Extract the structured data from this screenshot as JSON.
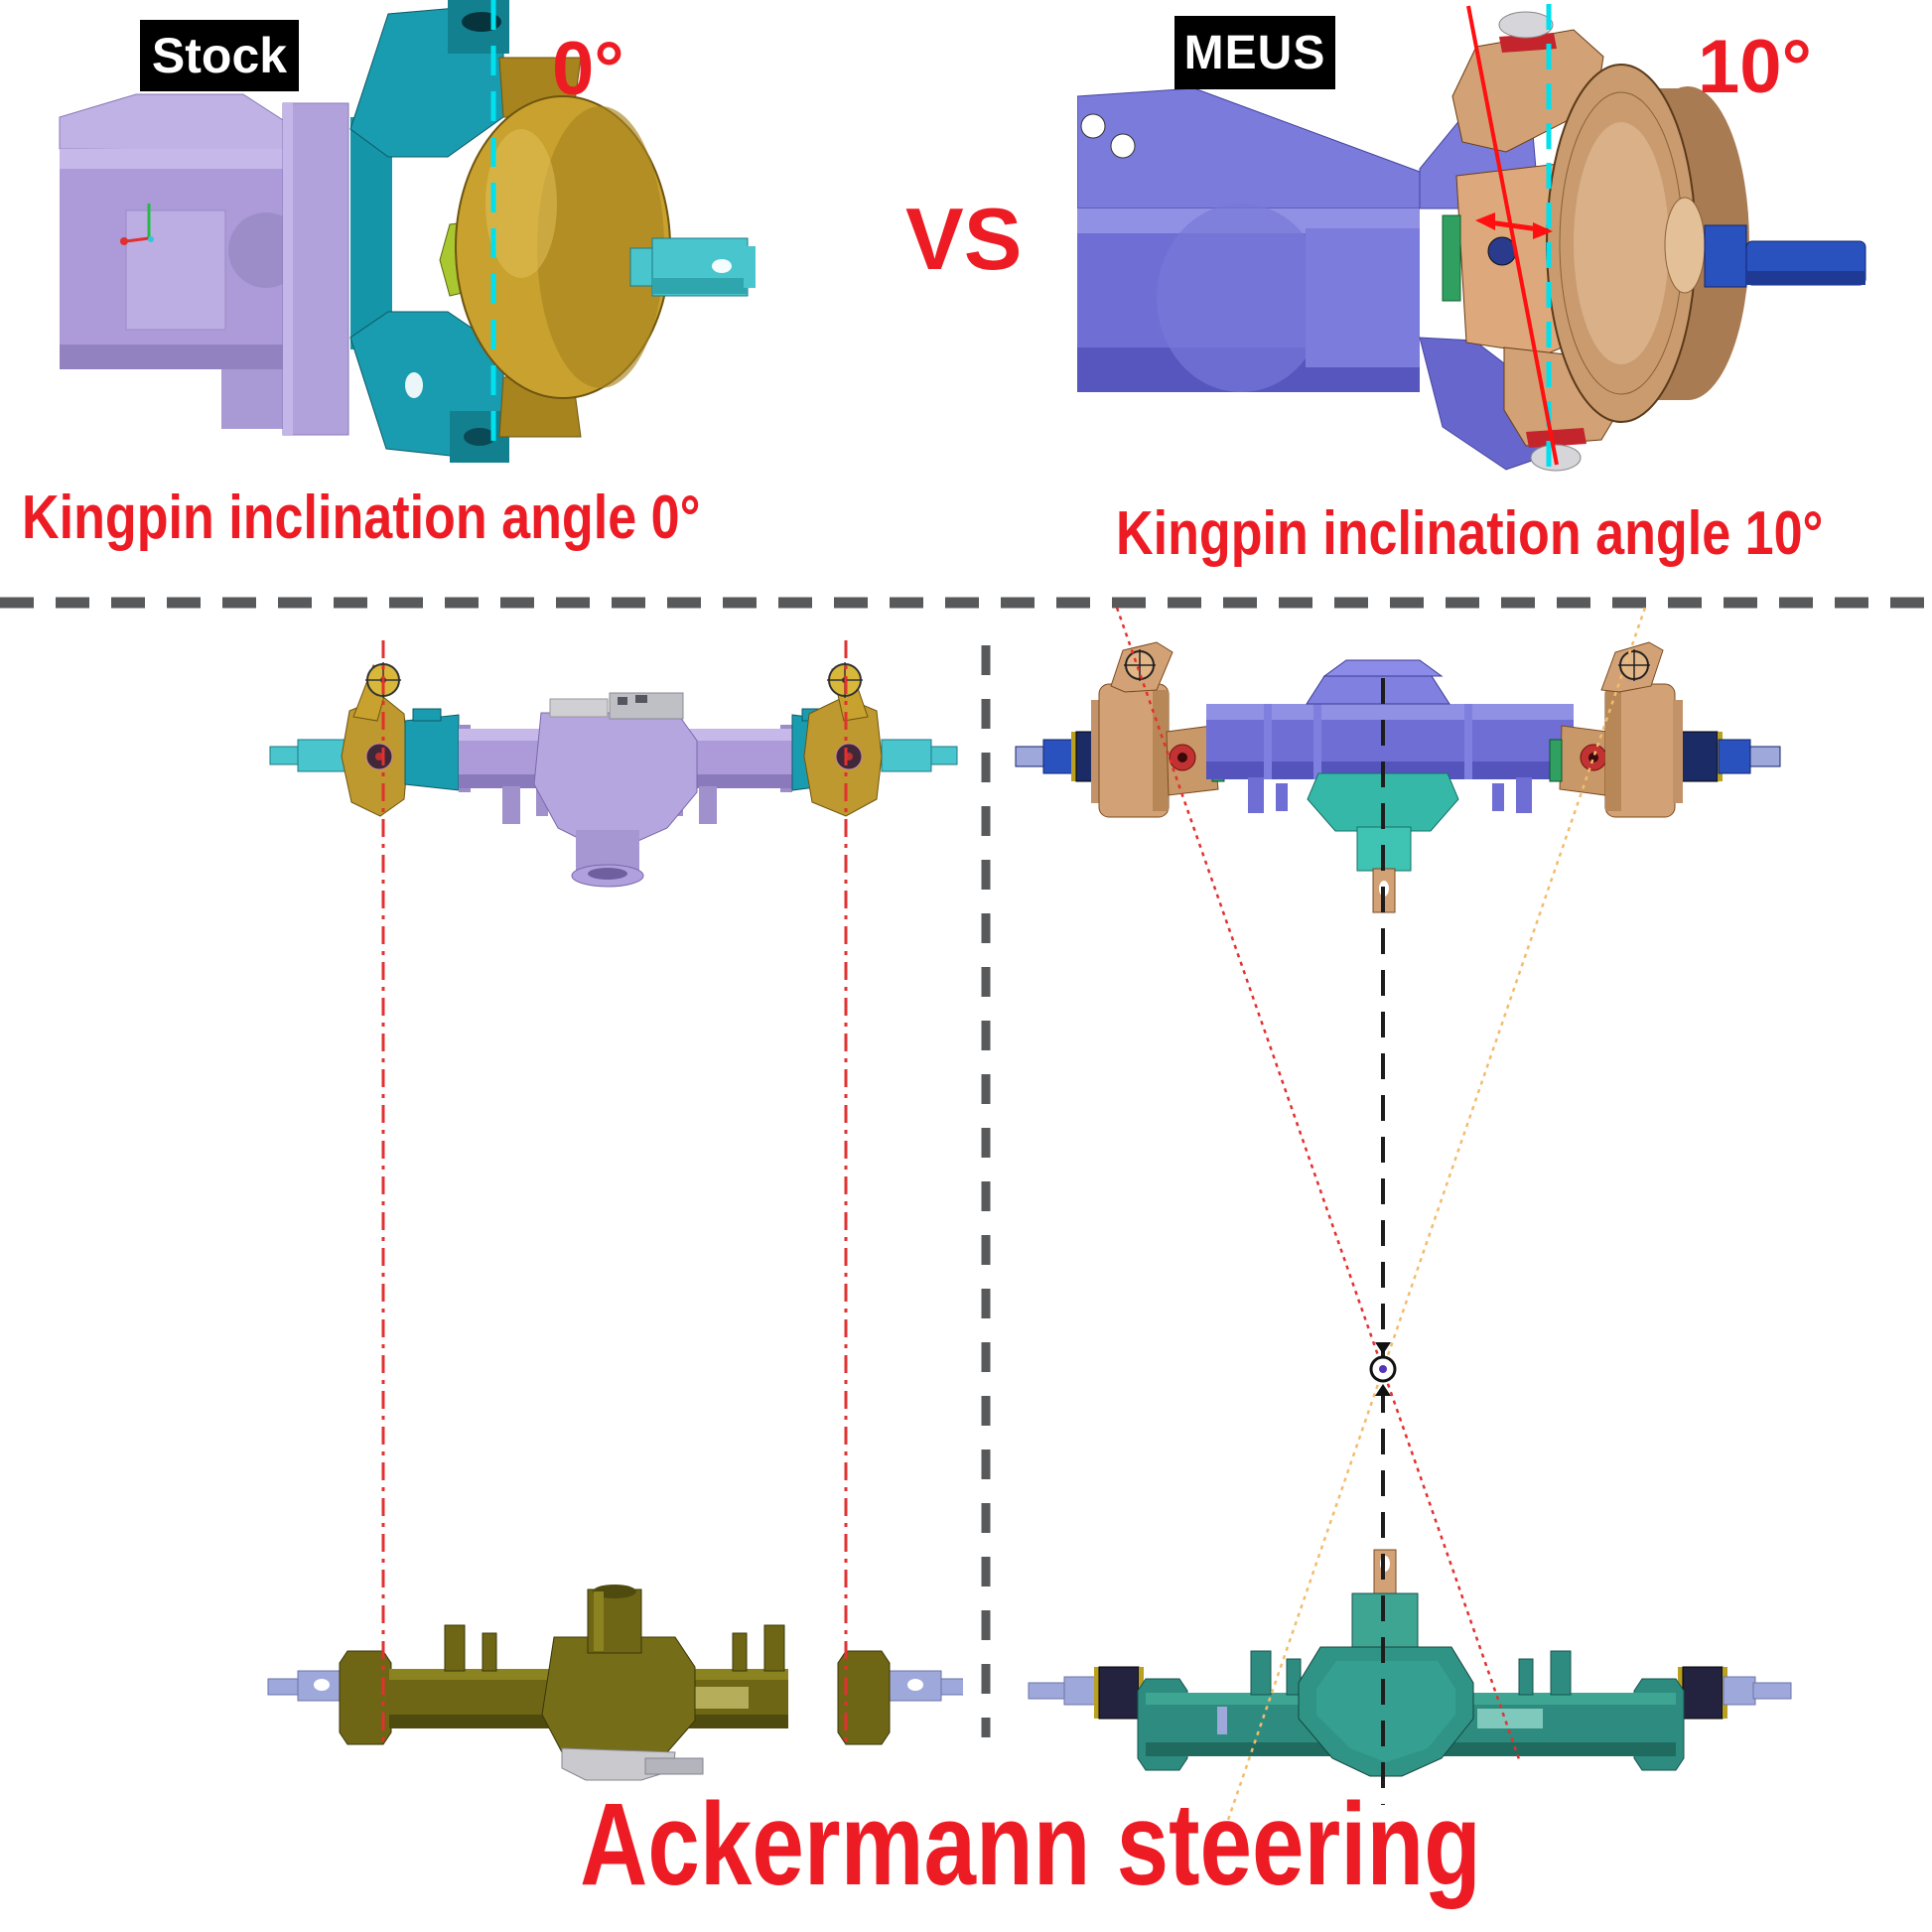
{
  "top_section": {
    "stock": {
      "label": "Stock",
      "angle": "0°",
      "caption": "Kingpin inclination angle 0°"
    },
    "vs_text": "VS",
    "meus": {
      "label": "MEUS",
      "angle": "10°",
      "caption": "Kingpin inclination angle 10°"
    }
  },
  "bottom_section": {
    "title": "Ackermann steering"
  },
  "colors": {
    "accent_red": "#ED1C24",
    "label_bg": "#000000",
    "label_text": "#FFFFFF",
    "divider_gray": "#58595B",
    "kingpin_axis_cyan": "#00E0EE",
    "incline_line_red": "#FF0F0F",
    "trace_red": "#E33030",
    "trace_yellow": "#F2BC6E",
    "center_dash_black": "#1D1D1D",
    "stock_housing_purple": "#AC9BD8",
    "stock_chub_teal": "#1A9CB0",
    "stock_knuckle_gold": "#C9A12E",
    "stock_shaft_cyan": "#49C5CE",
    "stock_bottom_olive": "#6E6614",
    "meus_housing_blue": "#6E6ED4",
    "meus_knuckle_copper": "#D2A276",
    "meus_shaft_blue": "#2A52BE",
    "meus_diff_teal": "#35B8A8",
    "meus_bottom_teal": "#2E8B7F"
  }
}
